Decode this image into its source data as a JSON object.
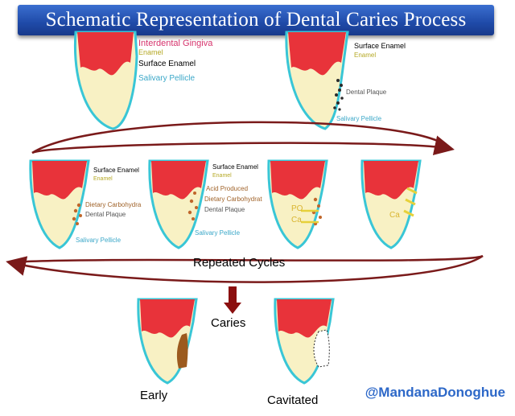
{
  "title": "Schematic Representation of Dental Caries Process",
  "labels": {
    "interdental_gingiva": "Interdental Gingiva",
    "enamel": "Enamel",
    "surface_enamel": "Surface  Enamel",
    "surface_enamel_b": "Surface Enamel",
    "salivary_pellicle": "Salivary Pellicle",
    "dental_plaque": "Dental Plaque",
    "dietary_carbohydra": "Dietary Carbohydra",
    "dietary_carbohydrat": "Dietary  Carbohydrat",
    "acid_produced": "Acid  Produced",
    "po": "PO",
    "ca": "Ca",
    "repeated_cycles": "Repeated  Cycles",
    "caries": "Caries",
    "early": "Early",
    "cavitated": "Cavitated"
  },
  "watermark": "@MandanaDonoghue",
  "colors": {
    "title_bg": "#1f4aa8",
    "pulp": "#e8333a",
    "dentin": "#f8f1c4",
    "pellicle": "#39c6d6",
    "cycle_arrow": "#7a1a1a",
    "caries_arrow": "#8b0f0f",
    "label_pink": "#d6336c",
    "label_yellow": "#b5a824",
    "label_cyan": "#3aa7c8",
    "label_brown": "#a0632a",
    "watermark": "#2d68c8"
  }
}
